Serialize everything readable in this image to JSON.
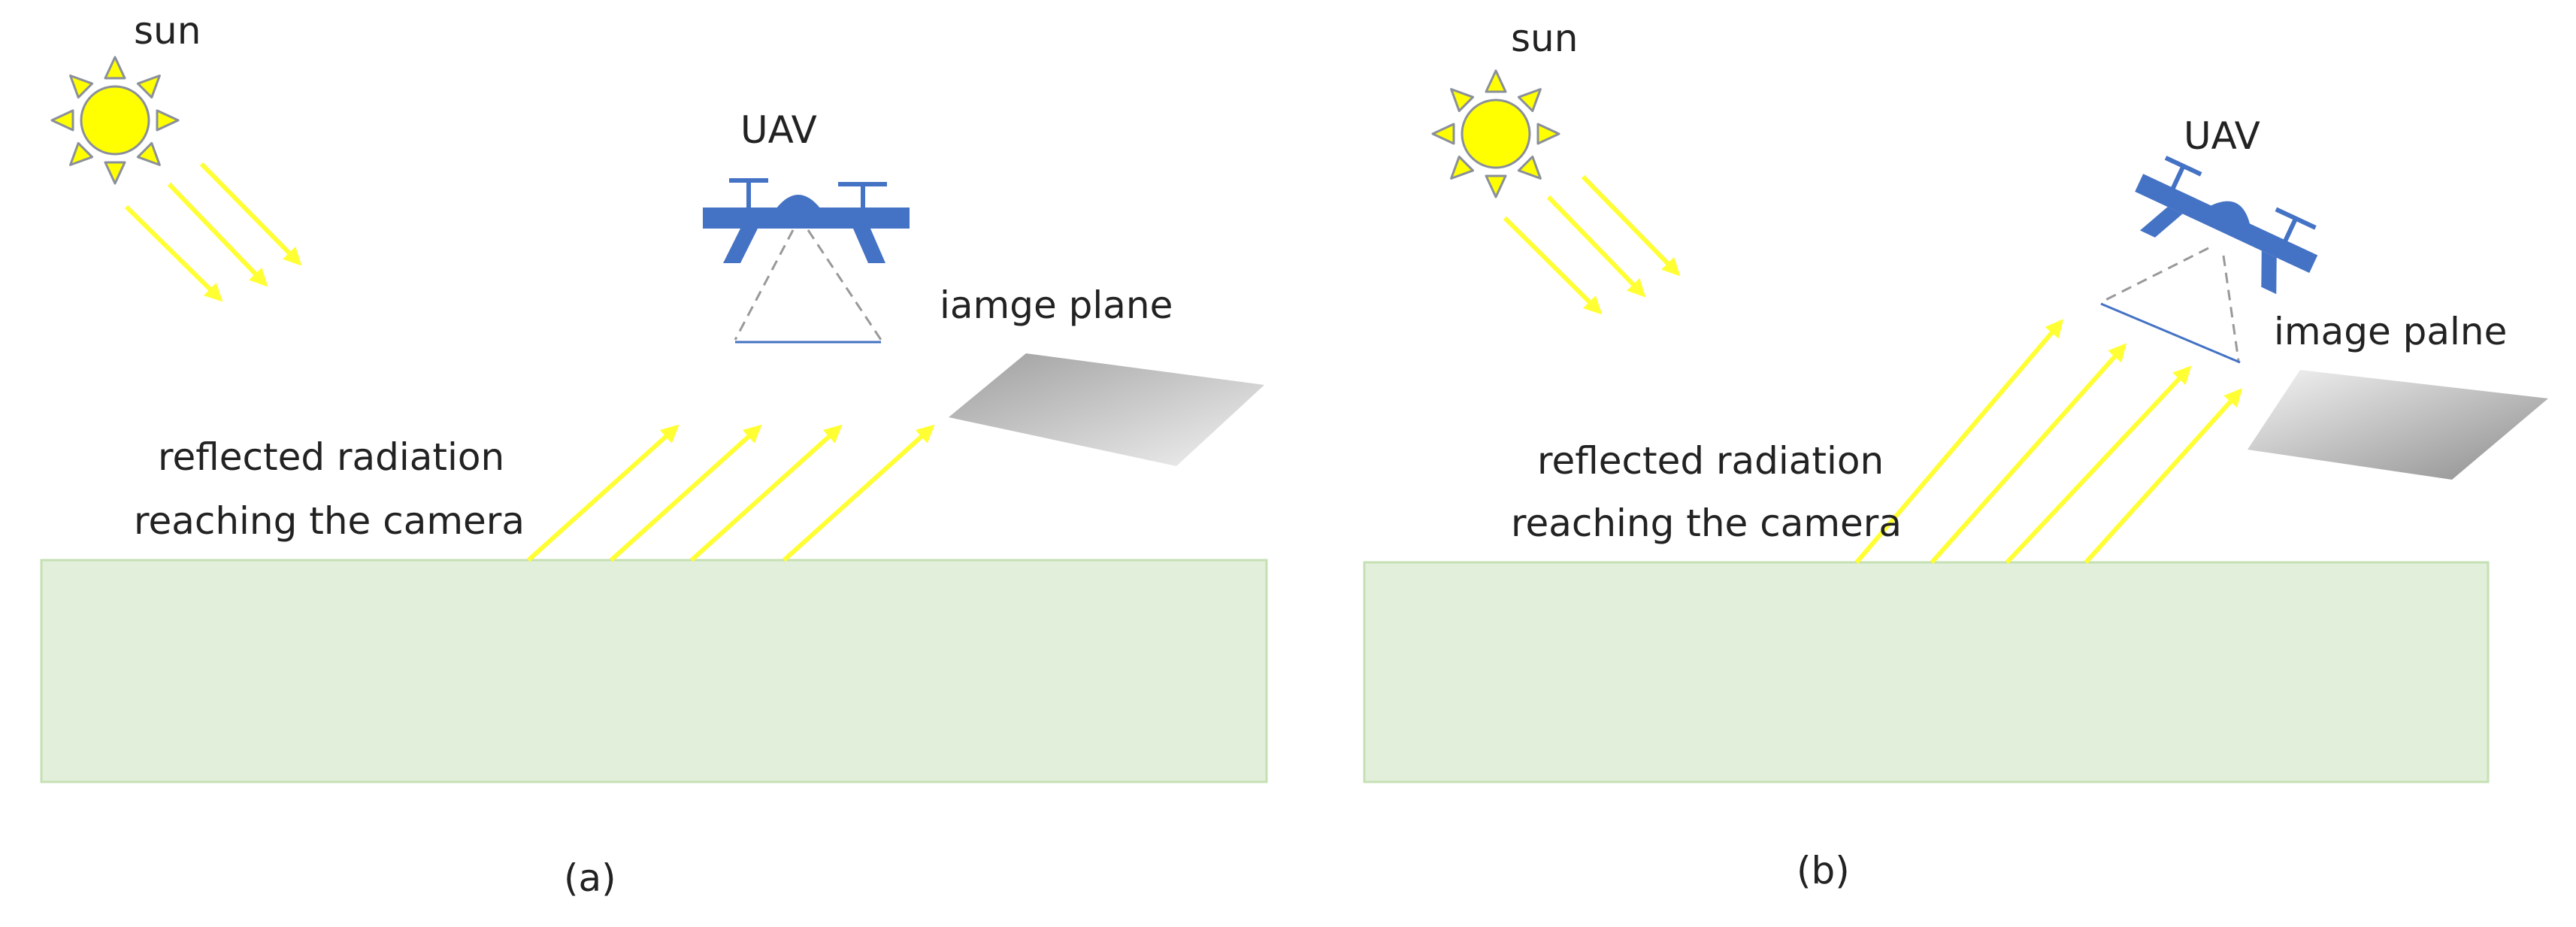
{
  "colors": {
    "ground": "#e2efda",
    "ground_edge": "#c5e0b4",
    "sun_fill": "#ffff00",
    "sun_stroke": "#8a8f9a",
    "ray": "#ffff33",
    "uav": "#4472c4",
    "image_plane_dark": "#9e9e9e",
    "image_plane_light": "#f2f2f2"
  },
  "panels": [
    {
      "id": "a",
      "sun_label": "sun",
      "uav_label": "UAV",
      "image_plane_label": "iamge plane",
      "reflected_label_line1": "reflected radiation",
      "reflected_label_line2": "reaching the camera",
      "caption": "(a)",
      "uav_orientation": "level"
    },
    {
      "id": "b",
      "sun_label": "sun",
      "uav_label": "UAV",
      "image_plane_label": "image palne",
      "reflected_label_line1": "reflected radiation",
      "reflected_label_line2": "reaching the camera",
      "caption": "(b)",
      "uav_orientation": "tilted"
    }
  ]
}
